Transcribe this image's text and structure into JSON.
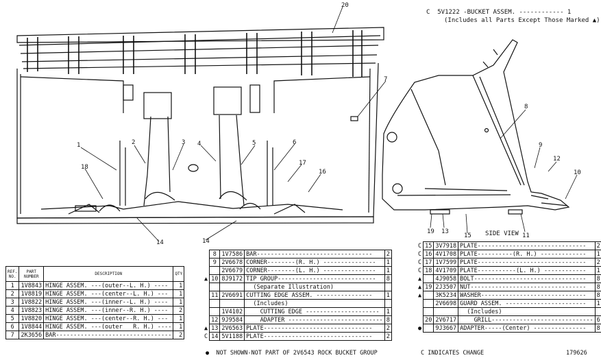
{
  "header": {
    "bucket_line": "C  5V1222 -BUCKET ASSEM. ------------ 1",
    "includes_line": "(Includes all Parts Except Those Marked ▲)"
  },
  "callouts": [
    "1",
    "2",
    "3",
    "4",
    "5",
    "6",
    "7",
    "8",
    "9",
    "10",
    "11",
    "12",
    "13",
    "14",
    "14",
    "15",
    "16",
    "17",
    "18",
    "19",
    "20"
  ],
  "side_view_label": "SIDE VIEW",
  "left_table": {
    "headers": [
      "REF. NO.",
      "PART NUMBER",
      "DESCRIPTION",
      "QTY"
    ],
    "rows": [
      {
        "ref": "1",
        "part": "1V8843",
        "desc": "HINGE ASSEM. ---(outer--L. H.) ----",
        "qty": "1"
      },
      {
        "ref": "2",
        "part": "1V8819",
        "desc": "HINGE ASSEM. ---(center--L. H.) ---",
        "qty": "1"
      },
      {
        "ref": "3",
        "part": "1V8822",
        "desc": "HINGE ASSEM. ---(inner--L. H.) ----",
        "qty": "1"
      },
      {
        "ref": "4",
        "part": "1V8823",
        "desc": "HINGE ASSEM. ---(inner--R. H.) ----",
        "qty": "2"
      },
      {
        "ref": "5",
        "part": "1V8820",
        "desc": "HINGE ASSEM. ---(center--R. H.) ---",
        "qty": "1"
      },
      {
        "ref": "6",
        "part": "1V8844",
        "desc": "HINGE ASSEM. ---(outer   R. H.) ----",
        "qty": "1"
      },
      {
        "ref": "7",
        "part": "2K3656",
        "desc": "BAR---------------------------------",
        "qty": "2"
      }
    ]
  },
  "middle_table": {
    "rows": [
      {
        "mark": "",
        "ref": "8",
        "part": "1V7586",
        "desc": "BAR---------------------------------",
        "qty": "2"
      },
      {
        "mark": "",
        "ref": "9",
        "part": "2V6678",
        "desc": "CORNER--------(R. H.) ---------------",
        "qty": "1"
      },
      {
        "mark": "",
        "ref": "",
        "part": "2V6679",
        "desc": "CORNER--------(L. H.) ---------------",
        "qty": "1"
      },
      {
        "mark": "▲",
        "ref": "10",
        "part": "8J9172",
        "desc": "TIP GROUP----------------------------",
        "qty": "8"
      },
      {
        "mark": "",
        "ref": "",
        "part": "",
        "desc": "  (Separate Illustration)",
        "qty": ""
      },
      {
        "mark": "",
        "ref": "11",
        "part": "2V6691",
        "desc": "CUTTING EDGE ASSEM. ----------------",
        "qty": "1"
      },
      {
        "mark": "",
        "ref": "",
        "part": "",
        "desc": "  (Includes)",
        "qty": ""
      },
      {
        "mark": "",
        "ref": "",
        "part": "1V4102",
        "desc": "    CUTTING EDGE ---------------------",
        "qty": "1"
      },
      {
        "mark": "",
        "ref": "12",
        "part": "9J9584",
        "desc": "    ADAPTER ---------------------------",
        "qty": "8"
      },
      {
        "mark": "▲",
        "ref": "13",
        "part": "2V6563",
        "desc": "PLATE-------------------------------",
        "qty": "2"
      },
      {
        "mark": "C",
        "ref": "14",
        "part": "5V1188",
        "desc": "PLATE-------------------------------",
        "qty": "2"
      }
    ]
  },
  "right_table": {
    "rows": [
      {
        "mark": "C",
        "ref": "15",
        "part": "3V7918",
        "desc": "PLATE-------------------------------",
        "qty": "2"
      },
      {
        "mark": "C",
        "ref": "16",
        "part": "4V1708",
        "desc": "PLATE----------(R. H.) -------------",
        "qty": "1"
      },
      {
        "mark": "C",
        "ref": "17",
        "part": "1V7599",
        "desc": "PLATE-------------------------------",
        "qty": "2"
      },
      {
        "mark": "C",
        "ref": "18",
        "part": "4V1709",
        "desc": "PLATE-----------(L. H.) ------------",
        "qty": "1"
      },
      {
        "mark": "▲",
        "ref": "",
        "part": "4J9058",
        "desc": "BOLT--------------------------------",
        "qty": "8"
      },
      {
        "mark": "▲",
        "ref": "19",
        "part": "2J3507",
        "desc": "NUT---------------------------------",
        "qty": "8"
      },
      {
        "mark": "▲",
        "ref": "",
        "part": "3K5234",
        "desc": "WASHER------------------------------",
        "qty": "8"
      },
      {
        "mark": "",
        "ref": "",
        "part": "2V6698",
        "desc": "GUARD ASSEM. -----------------------",
        "qty": "1"
      },
      {
        "mark": "",
        "ref": "",
        "part": "",
        "desc": "  (Includes)",
        "qty": ""
      },
      {
        "mark": "",
        "ref": "20",
        "part": "2V6717",
        "desc": "    GRILL-----------------------------",
        "qty": "6"
      },
      {
        "mark": "●",
        "ref": "",
        "part": "9J3667",
        "desc": "ADAPTER-----(Center) ---------------",
        "qty": "8"
      }
    ]
  },
  "footnotes": {
    "not_shown": "●  NOT SHOWN-NOT PART OF 2V6543 ROCK BUCKET GROUP",
    "change": "C INDICATES CHANGE",
    "figure_number": "179626"
  }
}
